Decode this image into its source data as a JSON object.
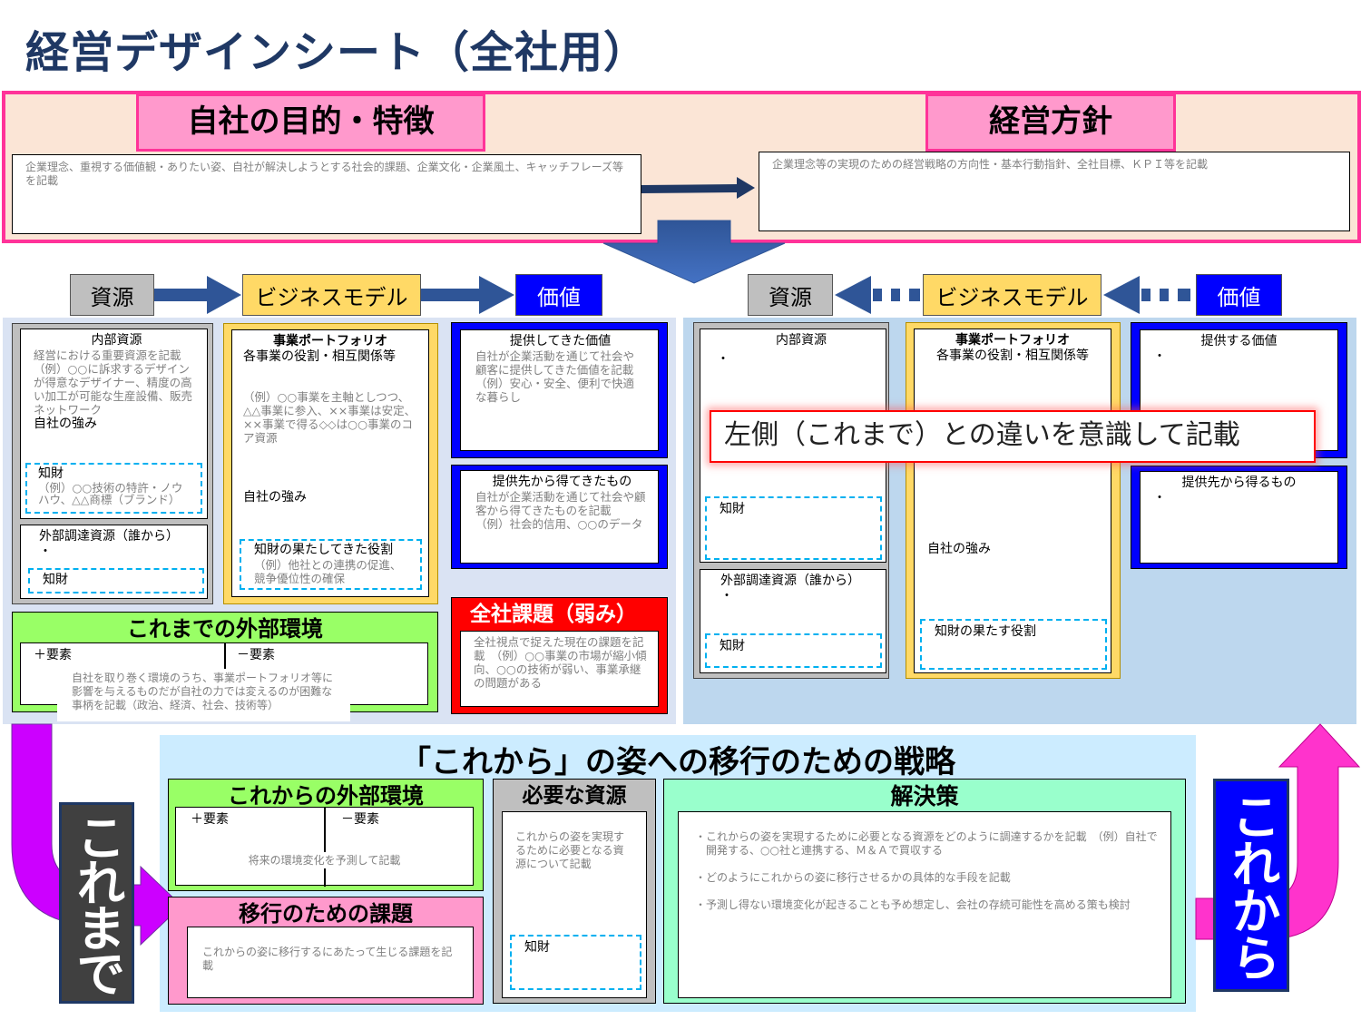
{
  "title": "経営デザインシート（全社用）",
  "top": {
    "purpose_tab": "自社の目的・特徴",
    "purpose_text": "企業理念、重視する価値観・ありたい姿、自社が解決しようとする社会的課題、企業文化・企業風土、キャッチフレーズ等を記載",
    "policy_tab": "経営方針",
    "policy_text": "企業理念等の実現のための経営戦略の方向性・基本行動指針、全社目標、ＫＰＩ等を記載"
  },
  "flow": {
    "resource": "資源",
    "business_model": "ビジネスモデル",
    "value": "価値"
  },
  "past": {
    "internal_title": "内部資源",
    "internal_text": "経営における重要資源を記載\n（例）○○に訴求するデザインが得意なデザイナー、精度の高い加工が可能な生産設備、販売ネットワーク",
    "strength": "自社の強み",
    "ip_label": "知財",
    "ip_text": "（例）○○技術の特許・ノウハウ、△△商標（ブランド）",
    "external_title": "外部調達資源（誰から）",
    "bullet": "・",
    "ip2": "知財",
    "portfolio_title": "事業ポートフォリオ",
    "portfolio_sub": "各事業の役割・相互関係等",
    "portfolio_text": "（例）○○事業を主軸としつつ、△△事業に参入、××事業は安定、××事業で得る◇◇は○○事業のコア資源",
    "portfolio_strength": "自社の強み",
    "ip_role_title": "知財の果たしてきた役割",
    "ip_role_text": "（例）他社との連携の促進、競争優位性の確保",
    "value_title": "提供してきた価値",
    "value_text": "自社が企業活動を通じて社会や顧客に提供してきた価値を記載\n（例）安心・安全、便利で快適な暮らし",
    "gain_title": "提供先から得てきたもの",
    "gain_text": "自社が企業活動を通じて社会や顧客から得てきたものを記載\n（例）社会的信用、○○のデータ",
    "issue_title": "全社課題（弱み）",
    "issue_text": "全社視点で捉えた現在の課題を記載　（例）○○事業の市場が縮小傾向、○○の技術が弱い、事業承継の問題がある",
    "env_title": "これまでの外部環境",
    "plus": "＋要素",
    "minus": "－要素",
    "env_text": "自社を取り巻く環境のうち、事業ポートフォリオ等に影響を与えるものだが自社の力では変えるのが困難な事柄を記載（政治、経済、社会、技術等）"
  },
  "future": {
    "internal_title": "内部資源",
    "bullet": "・",
    "ip_label": "知財",
    "external_title": "外部調達資源（誰から）",
    "ip2": "知財",
    "portfolio_title": "事業ポートフォリオ",
    "portfolio_sub": "各事業の役割・相互関係等",
    "strength": "自社の強み",
    "ip_role": "知財の果たす役割",
    "value_title": "提供する価値",
    "gain_title": "提供先から得るもの",
    "callout": "左側（これまで）との違いを意識して記載"
  },
  "strategy": {
    "title": "「これから」の姿への移行のための戦略",
    "env_title": "これからの外部環境",
    "plus": "＋要素",
    "minus": "－要素",
    "env_text": "将来の環境変化を予測して記載",
    "issue_title": "移行のための課題",
    "issue_text": "これからの姿に移行するにあたって生じる課題を記載",
    "res_title": "必要な資源",
    "res_text": "これからの姿を実現するために必要となる資源について記載",
    "res_ip": "知財",
    "sol_title": "解決策",
    "sol_items": [
      "・これからの姿を実現するために必要となる資源をどのように調達するかを記載　（例）自社で開発する、○○社と連携する、Ｍ＆Ａで買収する",
      "・どのようにこれからの姿に移行させるかの具体的な手段を記載",
      "・予測し得ない環境変化が起きることも予め想定し、会社の存続可能性を高める策も検討"
    ]
  },
  "side": {
    "past": "これまで",
    "future": "これから"
  },
  "colors": {
    "magenta": "#ff3399",
    "pink": "#ff99cc",
    "blue": "#0000ff",
    "green": "#99ff66",
    "red": "#ff0000",
    "yellow": "#ffd966",
    "navy": "#1f3864"
  }
}
